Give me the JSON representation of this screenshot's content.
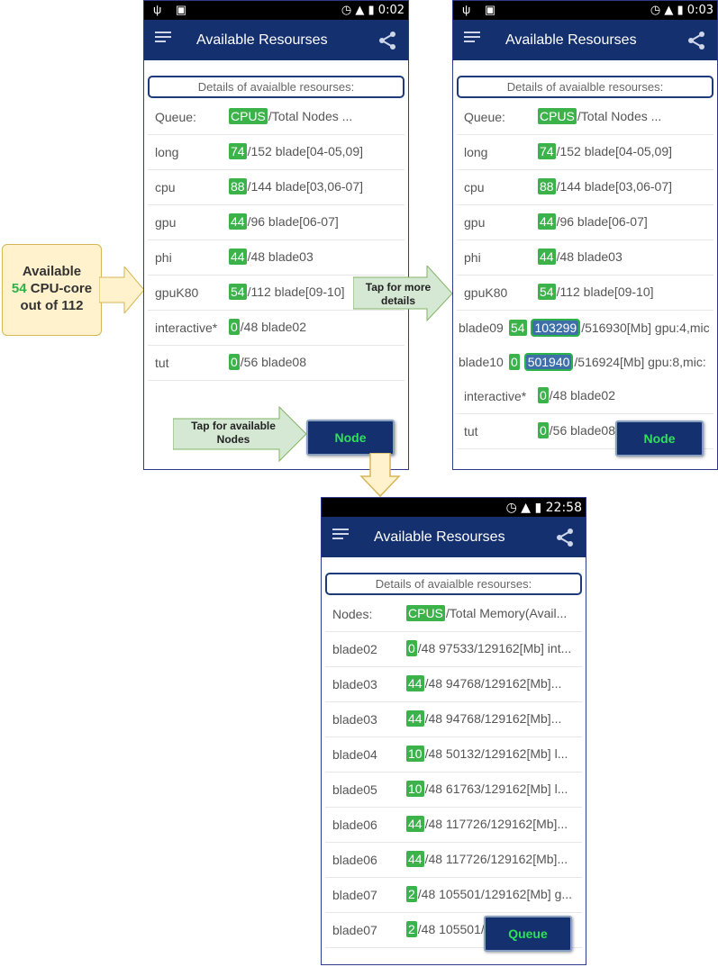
{
  "callout": {
    "line1": "Available",
    "highlight": "54",
    "line2_rest": " CPU-core",
    "line3": "out of 112"
  },
  "annotations": {
    "tap_details": "Tap for more details",
    "tap_nodes": "Tap for available Nodes"
  },
  "screen1": {
    "status_time": "0:02",
    "title": "Available Resourses",
    "details_label": "Details of avaialble resourses:",
    "header": {
      "name": "Queue:",
      "chip": "CPUS",
      "rest": "/Total   Nodes ..."
    },
    "rows": [
      {
        "name": "long",
        "chip": "74",
        "rest": "/152  blade[04-05,09]"
      },
      {
        "name": "cpu",
        "chip": "88",
        "rest": "/144  blade[03,06-07]"
      },
      {
        "name": "gpu",
        "chip": "44",
        "rest": "/96  blade[06-07]"
      },
      {
        "name": "phi",
        "chip": "44",
        "rest": "/48  blade03"
      },
      {
        "name": "gpuK80",
        "chip": "54",
        "rest": "/112  blade[09-10]"
      },
      {
        "name": "interactive*",
        "chip": "0",
        "rest": "/48  blade02"
      },
      {
        "name": "tut",
        "chip": "0",
        "rest": "/56  blade08"
      }
    ],
    "button": "Node"
  },
  "screen2": {
    "status_time": "0:03",
    "title": "Available Resourses",
    "details_label": "Details of avaialble resourses:",
    "header": {
      "name": "Queue:",
      "chip": "CPUS",
      "rest": "/Total   Nodes ..."
    },
    "rows": [
      {
        "name": "long",
        "chip": "74",
        "rest": "/152  blade[04-05,09]"
      },
      {
        "name": "cpu",
        "chip": "88",
        "rest": "/144  blade[03,06-07]"
      },
      {
        "name": "gpu",
        "chip": "44",
        "rest": "/96  blade[06-07]"
      },
      {
        "name": "phi",
        "chip": "44",
        "rest": "/48  blade03"
      },
      {
        "name": "gpuK80",
        "chip": "54",
        "rest": "/112  blade[09-10]"
      }
    ],
    "detail_rows": [
      {
        "name": "blade09",
        "chip": "54",
        "mem": "103299",
        "rest": "/516930[Mb]  gpu:4,mic"
      },
      {
        "name": "blade10",
        "chip": "0",
        "mem": "501940",
        "rest": "/516924[Mb]  gpu:8,mic:"
      }
    ],
    "rows_after": [
      {
        "name": "interactive*",
        "chip": "0",
        "rest": "/48  blade02"
      },
      {
        "name": "tut",
        "chip": "0",
        "rest": "/56  blade08"
      }
    ],
    "button": "Node"
  },
  "screen3": {
    "status_time": "22:58",
    "title": "Available Resourses",
    "details_label": "Details of avaialble resourses:",
    "header": {
      "name": "Nodes:",
      "chip": "CPUS",
      "rest": "/Total   Memory(Avail..."
    },
    "rows": [
      {
        "name": "blade02",
        "chip": "0",
        "rest": "/48  97533/129162[Mb] int..."
      },
      {
        "name": "blade03",
        "chip": "44",
        "rest": "/48  94768/129162[Mb]..."
      },
      {
        "name": "blade03",
        "chip": "44",
        "rest": "/48  94768/129162[Mb]..."
      },
      {
        "name": "blade04",
        "chip": "10",
        "rest": "/48  50132/129162[Mb] l..."
      },
      {
        "name": "blade05",
        "chip": "10",
        "rest": "/48  61763/129162[Mb] l..."
      },
      {
        "name": "blade06",
        "chip": "44",
        "rest": "/48  117726/129162[Mb]..."
      },
      {
        "name": "blade06",
        "chip": "44",
        "rest": "/48  117726/129162[Mb]..."
      },
      {
        "name": "blade07",
        "chip": "2",
        "rest": "/48  105501/129162[Mb] g..."
      },
      {
        "name": "blade07",
        "chip": "2",
        "rest": "/48  105501/129162[Mb]..."
      }
    ],
    "button": "Queue"
  },
  "colors": {
    "appbar": "#14306e",
    "chip": "#3cb34a",
    "button_text": "#2fe05a",
    "callout_bg": "#fff2cc",
    "arrow_bg": "#d5e8d4"
  }
}
